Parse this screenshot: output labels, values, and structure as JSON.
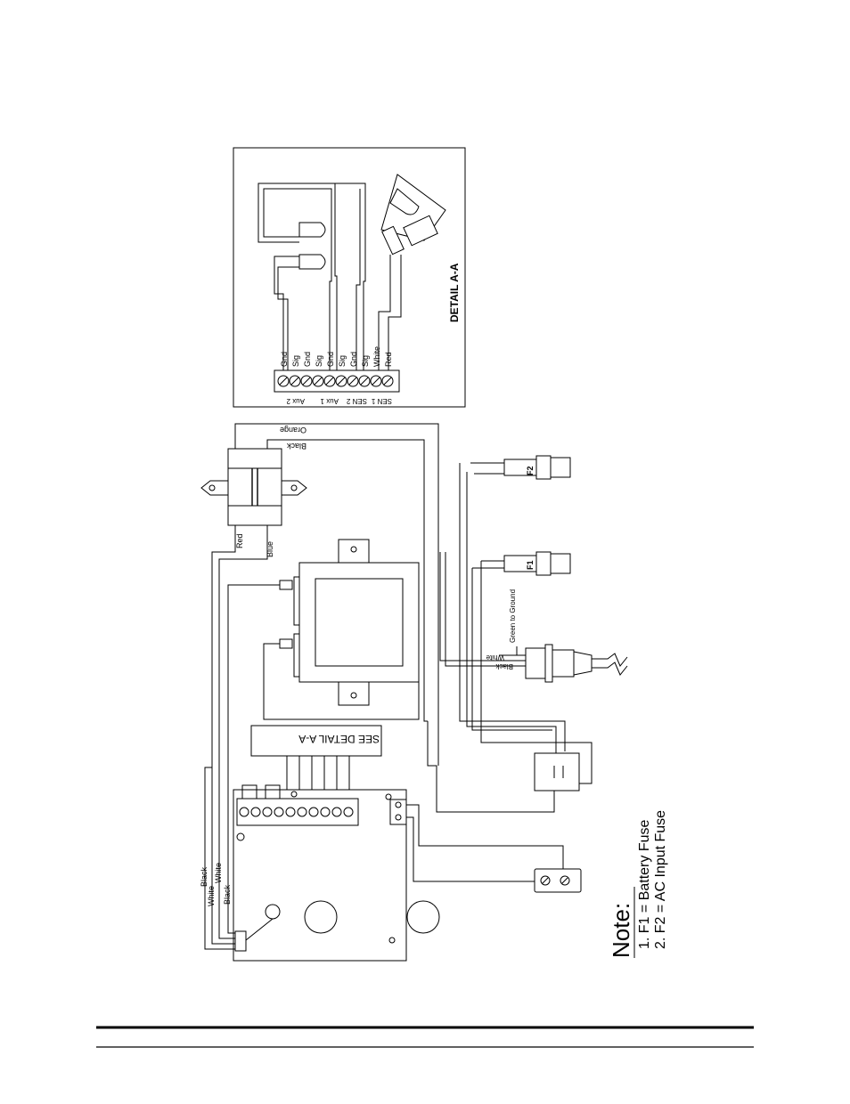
{
  "detail": {
    "title": "DETAIL A-A",
    "terminal_labels": [
      "Gnd",
      "Sig",
      "Gnd",
      "Sig",
      "Gnd",
      "Sig",
      "Gnd",
      "Sig",
      "White",
      "Red"
    ],
    "group_labels": [
      "SEN 1",
      "SEN 2",
      "Aux 1",
      "Aux 2"
    ]
  },
  "transformer": {
    "wire_orange": "Orange",
    "wire_black": "Black",
    "wire_red": "Red",
    "wire_blue": "Blue"
  },
  "see_detail_label": "SEE DETAIL A-A",
  "board_wires": [
    "Black",
    "White",
    "White",
    "Black"
  ],
  "fuses": {
    "f1_label": "F1",
    "f2_label": "F2"
  },
  "power_entry": {
    "ground_label": "Green to Ground",
    "white_label": "White",
    "black_label": "Black"
  },
  "note": {
    "heading": "Note:",
    "line1": "1. F1 = Battery Fuse",
    "line2": "2. F2 = AC Input Fuse"
  }
}
